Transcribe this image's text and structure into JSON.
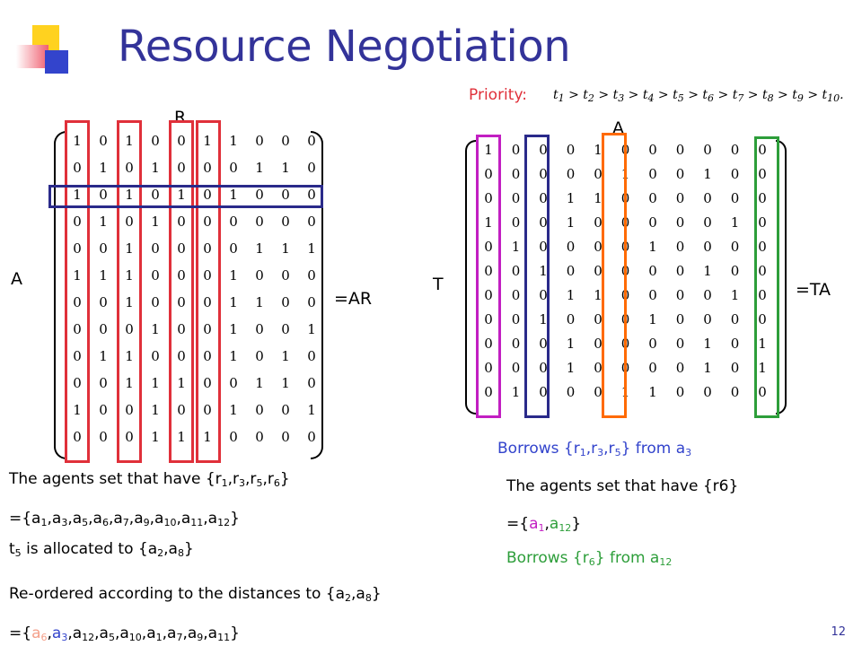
{
  "title": "Resource Negotiation",
  "slide_number": "12",
  "labels": {
    "R": "R",
    "A_left": "A",
    "AR": "=AR",
    "A_top": "A",
    "T": "T",
    "TA": "=TA",
    "priority": "Priority:"
  },
  "priority_chain": [
    {
      "t": "t",
      "s": "1"
    },
    {
      "t": "t",
      "s": "2"
    },
    {
      "t": "t",
      "s": "3"
    },
    {
      "t": "t",
      "s": "4"
    },
    {
      "t": "t",
      "s": "5"
    },
    {
      "t": "t",
      "s": "6"
    },
    {
      "t": "t",
      "s": "7"
    },
    {
      "t": "t",
      "s": "8"
    },
    {
      "t": "t",
      "s": "9"
    },
    {
      "t": "t",
      "s": "10"
    }
  ],
  "matrix_ar": [
    [
      1,
      0,
      1,
      0,
      0,
      1,
      1,
      0,
      0,
      0
    ],
    [
      0,
      1,
      0,
      1,
      0,
      0,
      0,
      1,
      1,
      0
    ],
    [
      1,
      0,
      1,
      0,
      1,
      0,
      1,
      0,
      0,
      0
    ],
    [
      0,
      1,
      0,
      1,
      0,
      0,
      0,
      0,
      0,
      0
    ],
    [
      0,
      0,
      1,
      0,
      0,
      0,
      0,
      1,
      1,
      1
    ],
    [
      1,
      1,
      1,
      0,
      0,
      0,
      1,
      0,
      0,
      0
    ],
    [
      0,
      0,
      1,
      0,
      0,
      0,
      1,
      1,
      0,
      0
    ],
    [
      0,
      0,
      0,
      1,
      0,
      0,
      1,
      0,
      0,
      1
    ],
    [
      0,
      1,
      1,
      0,
      0,
      0,
      1,
      0,
      1,
      0
    ],
    [
      0,
      0,
      1,
      1,
      1,
      0,
      0,
      1,
      1,
      0
    ],
    [
      1,
      0,
      0,
      1,
      0,
      0,
      1,
      0,
      0,
      1
    ],
    [
      0,
      0,
      0,
      1,
      1,
      1,
      0,
      0,
      0,
      0
    ]
  ],
  "matrix_ta": [
    [
      1,
      0,
      0,
      0,
      1,
      0,
      0,
      0,
      0,
      0,
      0
    ],
    [
      0,
      0,
      0,
      0,
      0,
      1,
      0,
      0,
      1,
      0,
      0
    ],
    [
      0,
      0,
      0,
      1,
      1,
      0,
      0,
      0,
      0,
      0,
      0
    ],
    [
      1,
      0,
      0,
      1,
      0,
      0,
      0,
      0,
      0,
      1,
      0
    ],
    [
      0,
      1,
      0,
      0,
      0,
      0,
      1,
      0,
      0,
      0,
      0
    ],
    [
      0,
      0,
      1,
      0,
      0,
      0,
      0,
      0,
      1,
      0,
      0
    ],
    [
      0,
      0,
      0,
      1,
      1,
      0,
      0,
      0,
      0,
      1,
      0
    ],
    [
      0,
      0,
      1,
      0,
      0,
      0,
      1,
      0,
      0,
      0,
      0
    ],
    [
      0,
      0,
      0,
      1,
      0,
      0,
      0,
      0,
      1,
      0,
      1
    ],
    [
      0,
      0,
      0,
      1,
      0,
      0,
      0,
      0,
      1,
      0,
      1
    ],
    [
      0,
      1,
      0,
      0,
      0,
      1,
      1,
      0,
      0,
      0,
      0
    ]
  ],
  "colors": {
    "title": "#333399",
    "red": "#e0303a",
    "navy": "#2a2a8a",
    "purple": "#c21fc2",
    "orange": "#ff6a00",
    "green": "#2d9e3a",
    "pink": "#f4a08a",
    "blue_text": "#3344cc",
    "green_text": "#2d9e3a"
  },
  "left_text": {
    "line1": "The agents set that have {r1,r3,r5,r6}",
    "line2": "={a1,a3,a5,a6,a7,a9,a10,a11,a12}",
    "line3": "t5 is allocated to {a2,a8}",
    "line4": "Re-ordered according to the distances to {a2,a8}",
    "line5": "={a6,a3,a12,a5,a10,a1,a7,a9,a11}"
  },
  "right_text": {
    "borrows1": "Borrows {r1,r3,r5} from a3",
    "line1": "The agents set that have {r6}",
    "line2": "={a1,a12}",
    "borrows2": "Borrows {r6} from a12"
  }
}
